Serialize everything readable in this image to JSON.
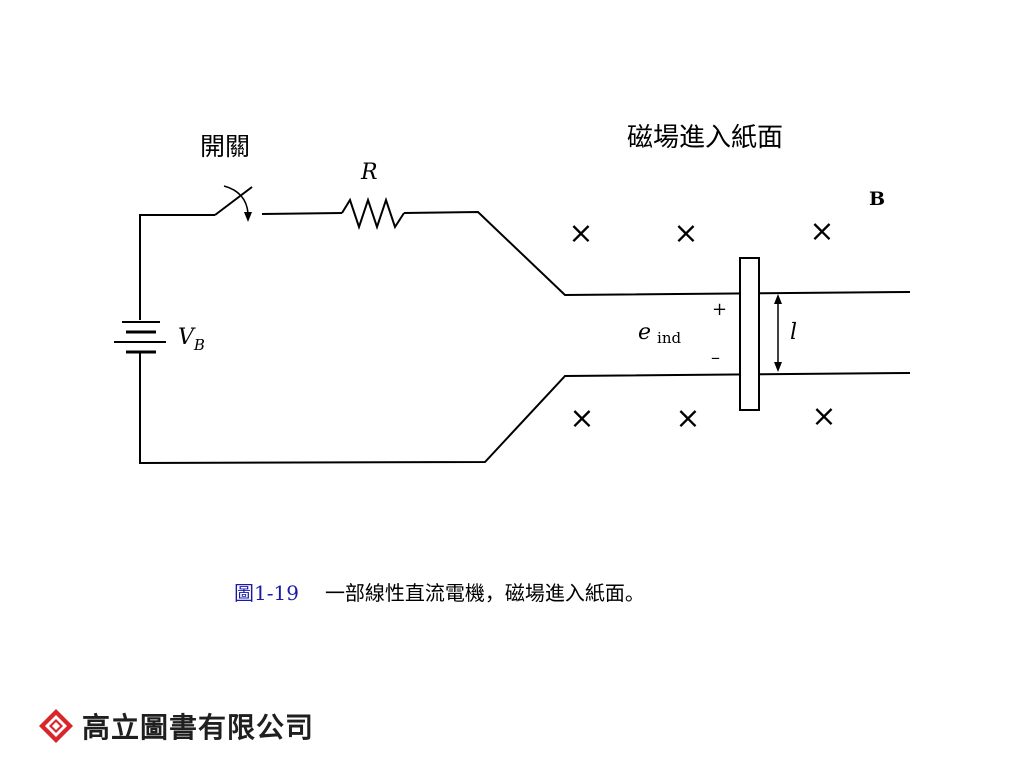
{
  "diagram": {
    "switch_label": "開關",
    "resistor_label": "R",
    "field_label": "磁場進入紙面",
    "field_symbol": "B",
    "battery_label_main": "V",
    "battery_label_sub": "B",
    "emf_label_main": "e",
    "emf_label_sub": "ind",
    "plus_sign": "+",
    "minus_sign": "–",
    "length_label": "l",
    "field_marker": "×"
  },
  "caption": {
    "number": "圖1-19",
    "text": "一部線性直流電機，磁場進入紙面。"
  },
  "footer": {
    "publisher": "高立圖書有限公司"
  },
  "colors": {
    "caption_number": "#1a1aa6",
    "logo_red": "#d9262c"
  }
}
